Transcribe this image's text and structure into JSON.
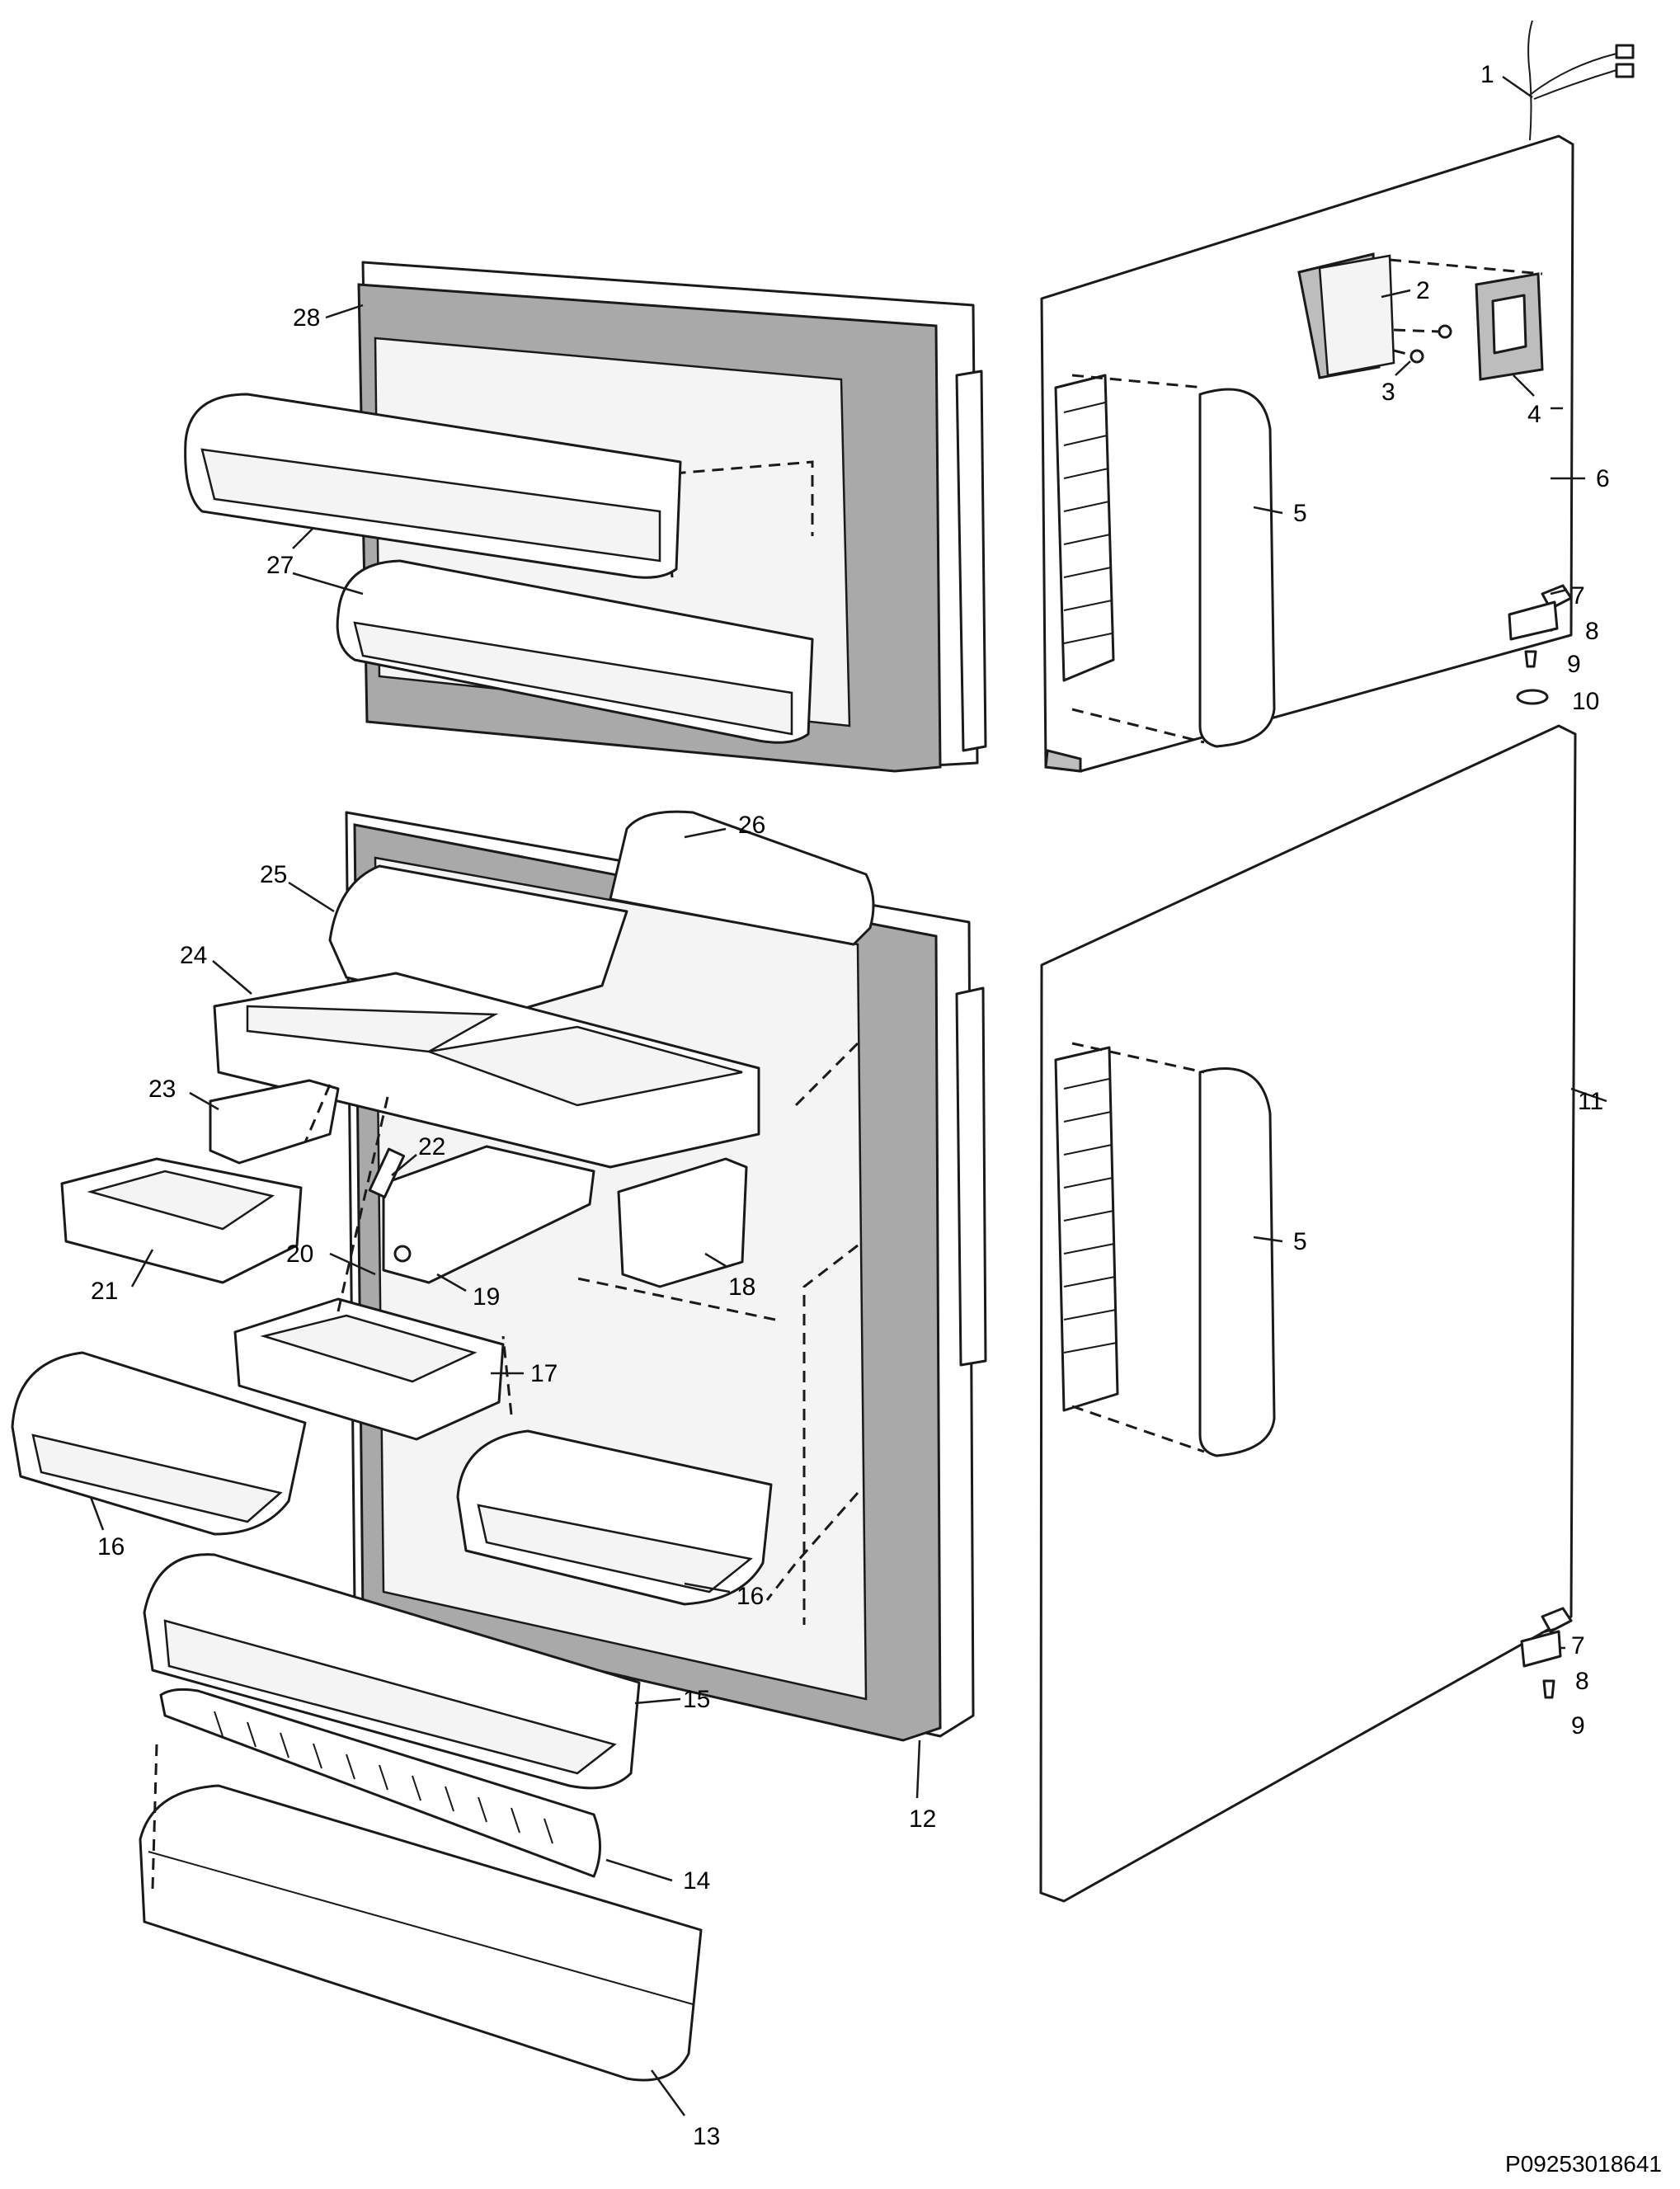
{
  "catalog_code": "P09253018641",
  "callouts": [
    "1",
    "2",
    "3",
    "4",
    "5",
    "5",
    "6",
    "7",
    "7",
    "8",
    "8",
    "9",
    "9",
    "10",
    "11",
    "12",
    "13",
    "14",
    "15",
    "16",
    "16",
    "17",
    "18",
    "19",
    "20",
    "21",
    "22",
    "23",
    "24",
    "25",
    "26",
    "27",
    "28"
  ]
}
